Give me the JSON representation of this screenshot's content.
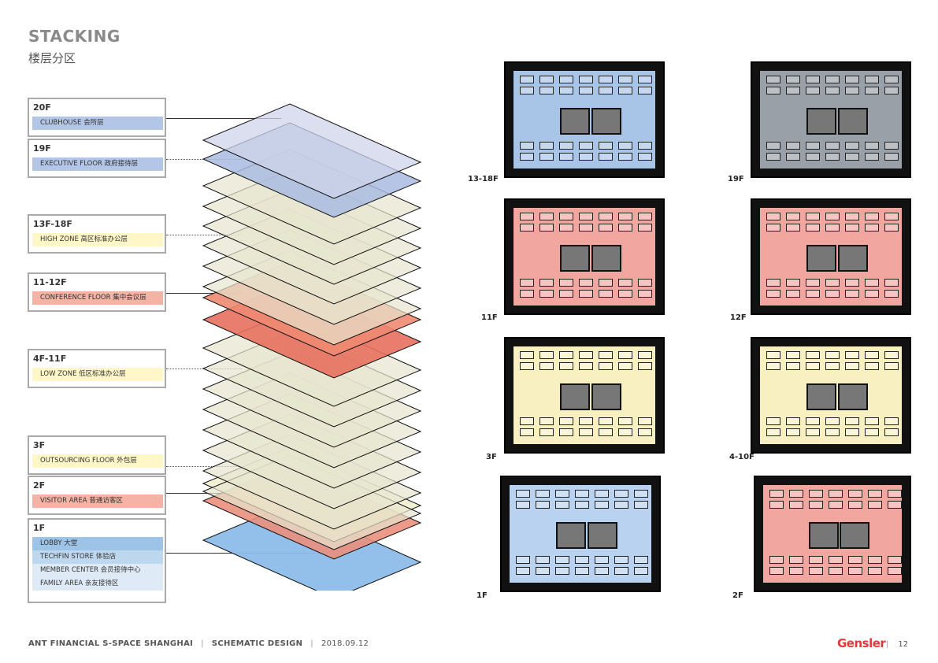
{
  "header": {
    "title": "STACKING",
    "subtitle": "楼层分区"
  },
  "zones": [
    {
      "floor": "20F",
      "rows": [
        {
          "label": "CLUBHOUSE 会所层",
          "color": "#b4c6e7"
        }
      ]
    },
    {
      "floor": "19F",
      "rows": [
        {
          "label": "EXECUTIVE FLOOR 政府接待层",
          "color": "#b4c6e7"
        }
      ]
    },
    {
      "floor": "13F-18F",
      "rows": [
        {
          "label": "HIGH ZONE 高区标准办公层",
          "color": "#fff7c8"
        }
      ]
    },
    {
      "floor": "11-12F",
      "rows": [
        {
          "label": "CONFERENCE FLOOR 集中会议层",
          "color": "#f4b3a4"
        }
      ]
    },
    {
      "floor": "4F-11F",
      "rows": [
        {
          "label": "LOW ZONE 低区标准办公层",
          "color": "#fff7c8"
        }
      ]
    },
    {
      "floor": "3F",
      "rows": [
        {
          "label": "OUTSOURCING FLOOR  外包层",
          "color": "#fff7c8"
        }
      ]
    },
    {
      "floor": "2F",
      "rows": [
        {
          "label": "VISITOR AREA  普通访客区",
          "color": "#f4b3a4"
        }
      ]
    },
    {
      "floor": "1F",
      "rows": [
        {
          "label": "LOBBY  大堂",
          "color": "#9dc3e6"
        },
        {
          "label": "TECHFIN STORE  体验店",
          "color": "#bdd7ee"
        },
        {
          "label": "MEMBER CENTER 会员接待中心",
          "color": "#deebf7"
        },
        {
          "label": "FAMILY AREA  亲友接待区",
          "color": "#deebf7"
        }
      ]
    }
  ],
  "plans": [
    {
      "label": "13-18F",
      "fill": "#a8c4e6"
    },
    {
      "label": "19F",
      "fill": "#9aa0a8"
    },
    {
      "label": "11F",
      "fill": "#f2a6a0"
    },
    {
      "label": "12F",
      "fill": "#f2a6a0"
    },
    {
      "label": "3F",
      "fill": "#f8f0c0"
    },
    {
      "label": "4-10F",
      "fill": "#f8f0c0"
    },
    {
      "label": "1F",
      "fill": "#b8d2ef"
    },
    {
      "label": "2F",
      "fill": "#f2a6a0"
    }
  ],
  "footer": {
    "project": "ANT FINANCIAL S-SPACE SHANGHAI",
    "phase": "SCHEMATIC DESIGN",
    "date": "2018.09.12",
    "logo": "Gensler",
    "page": "12"
  }
}
